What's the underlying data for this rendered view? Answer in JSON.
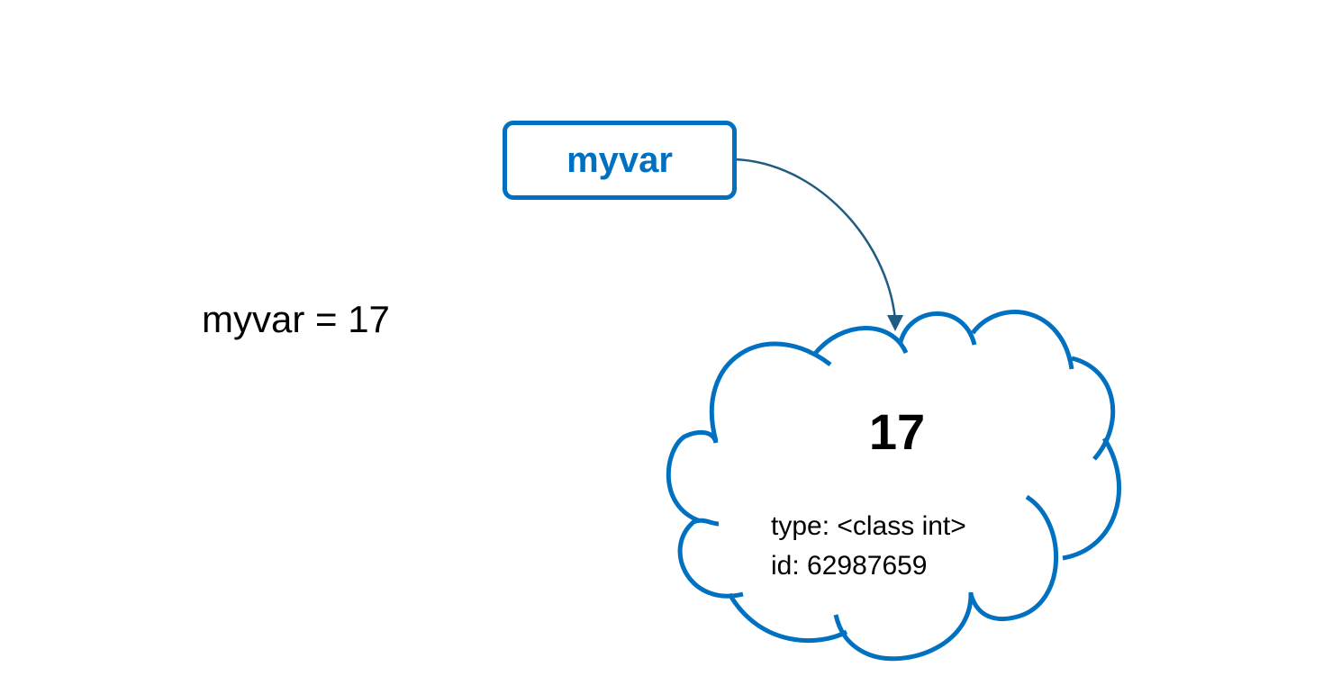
{
  "code": {
    "line": "myvar = 17"
  },
  "variable": {
    "name": "myvar"
  },
  "object": {
    "value": "17",
    "type_line": "type: <class int>",
    "id_line": "id: 62987659"
  },
  "colors": {
    "box_stroke": "#0070c0",
    "label_text": "#0070c0",
    "cloud_stroke": "#0070c0",
    "arrow": "#1f5c82"
  }
}
